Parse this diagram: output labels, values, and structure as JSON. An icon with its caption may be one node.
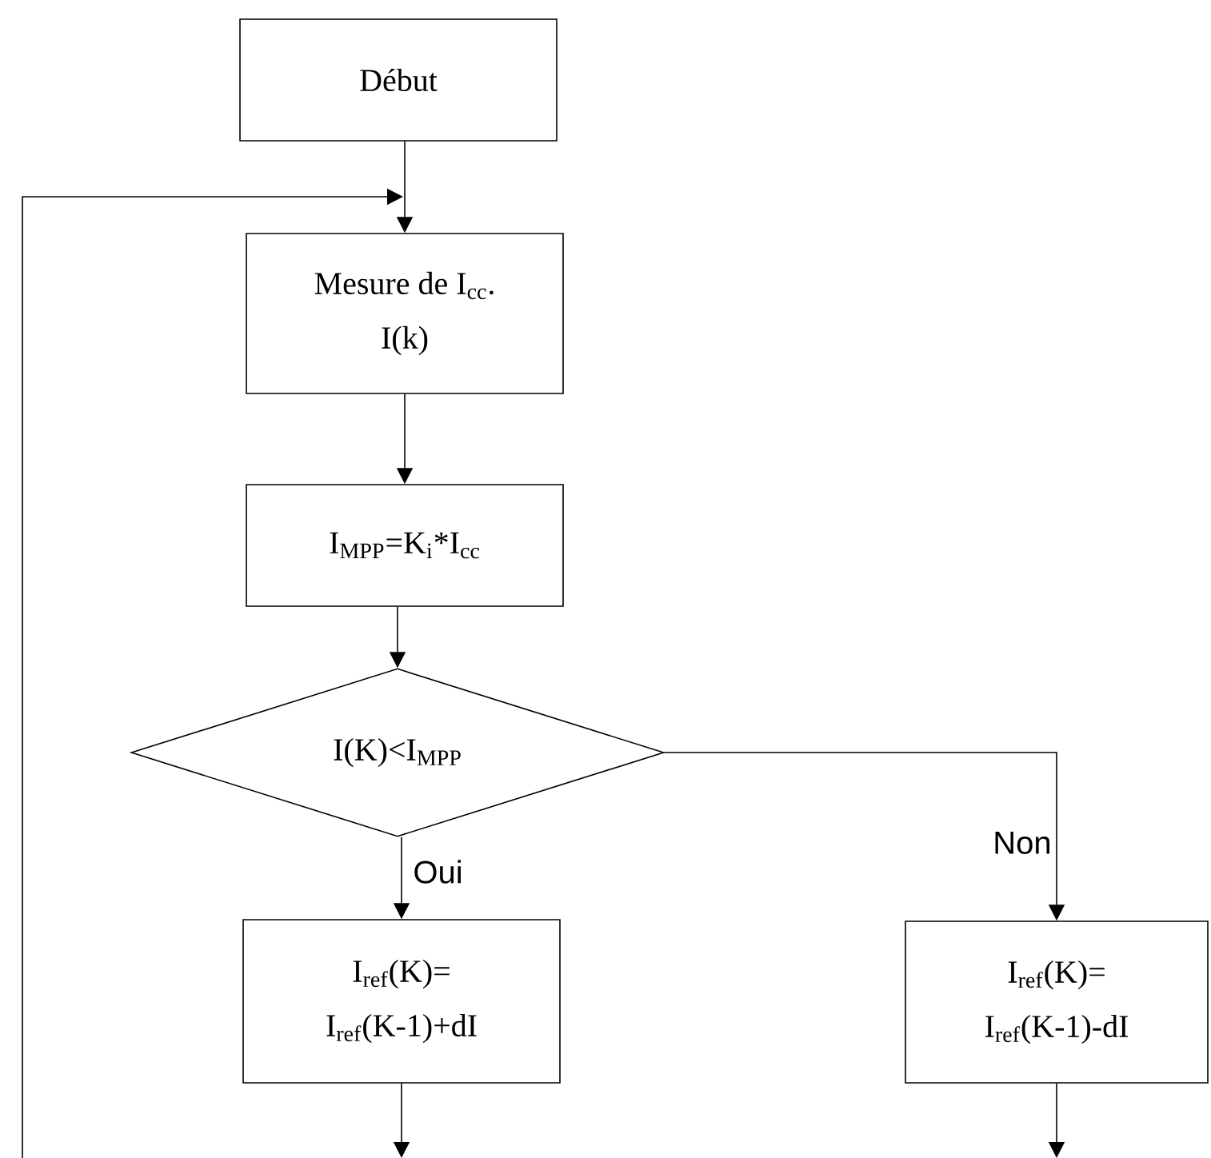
{
  "diagram": {
    "nodes": [
      {
        "text": [
          "Début"
        ]
      },
      {
        "text": [
          "Mesure de I$_{cc}$.",
          "I(k)"
        ]
      },
      {
        "text": [
          "I$_{MPP}$=K$_{i}$*I$_{cc}$"
        ]
      },
      {
        "text": [
          "I(K)<I$_{MPP}$"
        ]
      },
      {
        "text": [
          "I$_{ref}$(K)=",
          "I$_{ref}$(K-1)+dI"
        ]
      },
      {
        "text": [
          "I$_{ref}$(K)=",
          "I$_{ref}$(K-1)-dI"
        ]
      }
    ],
    "edges": [
      {
        "from": 0,
        "to": 1,
        "arrow": "to"
      },
      {
        "from": null,
        "to": 1,
        "arrow": "to"
      },
      {
        "from": 1,
        "to": 2,
        "arrow": "to"
      },
      {
        "from": 2,
        "to": 3,
        "arrow": "to"
      },
      {
        "from": 3,
        "to": 4,
        "arrow": "to",
        "label": "Oui"
      },
      {
        "from": 3,
        "to": 5,
        "arrow": "to",
        "label": "Non"
      },
      {
        "from": 4,
        "to": null,
        "arrow": "to"
      },
      {
        "from": 5,
        "to": null,
        "arrow": "to"
      }
    ]
  }
}
